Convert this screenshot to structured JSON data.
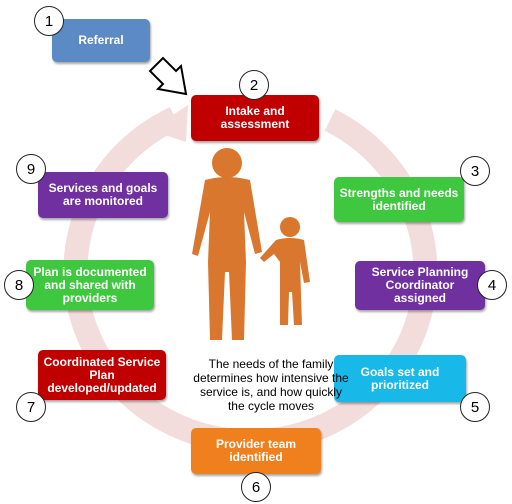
{
  "steps": [
    {
      "number": "1",
      "label": "Referral",
      "color": "#5b8ac4"
    },
    {
      "number": "2",
      "label": "Intake and\nassessment",
      "color": "#c00000"
    },
    {
      "number": "3",
      "label": "Strengths and needs\nidentified",
      "color": "#3fc83f"
    },
    {
      "number": "4",
      "label": "Service Planning\nCoordinator\nassigned",
      "color": "#7030a0"
    },
    {
      "number": "5",
      "label": "Goals set and\nprioritized",
      "color": "#18b8e8"
    },
    {
      "number": "6",
      "label": "Provider team\nidentified",
      "color": "#f07f1e"
    },
    {
      "number": "7",
      "label": "Coordinated Service\nPlan\ndeveloped/updated",
      "color": "#c00000"
    },
    {
      "number": "8",
      "label": "Plan is documented\nand shared with\nproviders",
      "color": "#3fc83f"
    },
    {
      "number": "9",
      "label": "Services and goals\nare monitored",
      "color": "#7030a0"
    }
  ],
  "center_text": "The needs of the family\ndetermines how intensive the\nservice is, and how quickly\nthe cycle moves",
  "colors": {
    "cycle_ring": "#f3dcdc",
    "silhouette": "#d9772e"
  },
  "icons": [
    "entry-arrow-icon",
    "cycle-ring-icon",
    "family-silhouette-icon"
  ]
}
